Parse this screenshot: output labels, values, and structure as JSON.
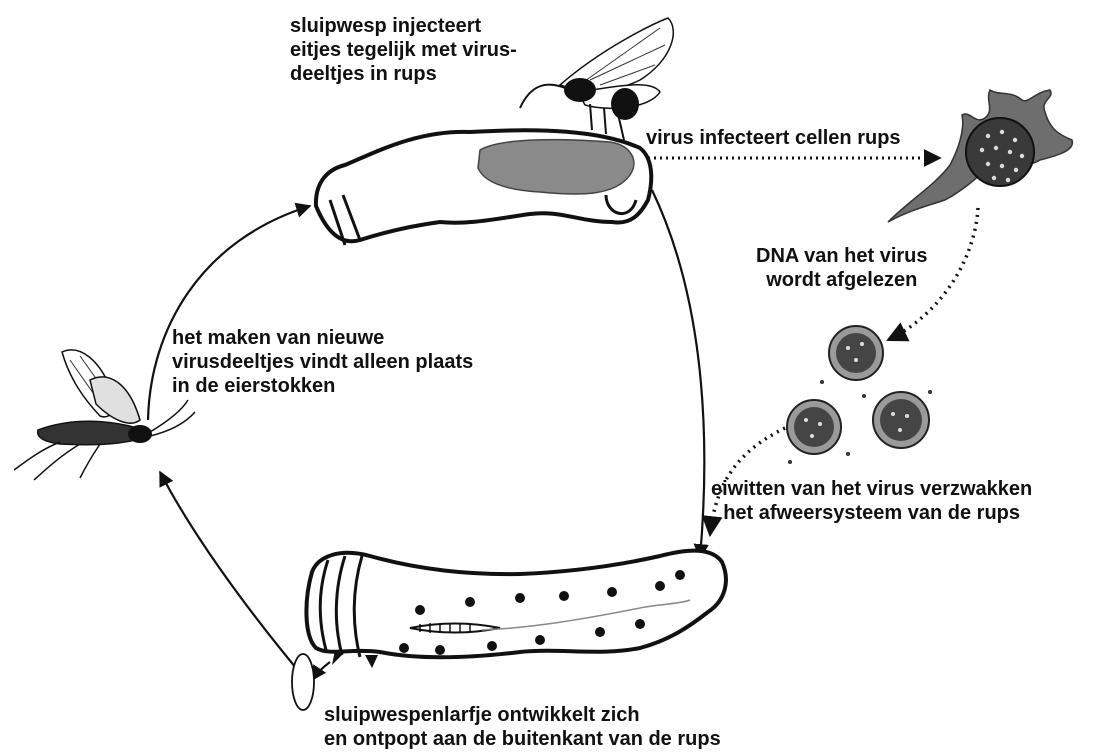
{
  "labels": {
    "inject": [
      "sluipwesp injecteert",
      "eitjes tegelijk met virus-",
      "deeltjes in rups"
    ],
    "infect": [
      "virus infecteert cellen rups"
    ],
    "dna": [
      "DNA van het virus",
      "wordt afgelezen"
    ],
    "nieuwe": [
      "het maken van nieuwe",
      "virusdeeltjes vindt alleen plaats",
      "in de eierstokken"
    ],
    "eiwitten": [
      "eiwitten van het virus verzwakken",
      "het afweersysteem van de rups"
    ],
    "larfje": [
      "sluipwespenlarfje ontwikkelt zich",
      "en ontpopt aan de buitenkant van de rups"
    ]
  },
  "colors": {
    "line": "#111111",
    "gland": "#8a8a8a",
    "cell": "#6e6e6e",
    "cell_nucleus": "#3a3a3a",
    "particle_ring": "#9a9a9a",
    "particle_core": "#454545"
  },
  "icons": [
    "wasp-icon",
    "caterpillar-icon",
    "cell-icon",
    "virus-particle-icon",
    "cocoon-icon"
  ]
}
